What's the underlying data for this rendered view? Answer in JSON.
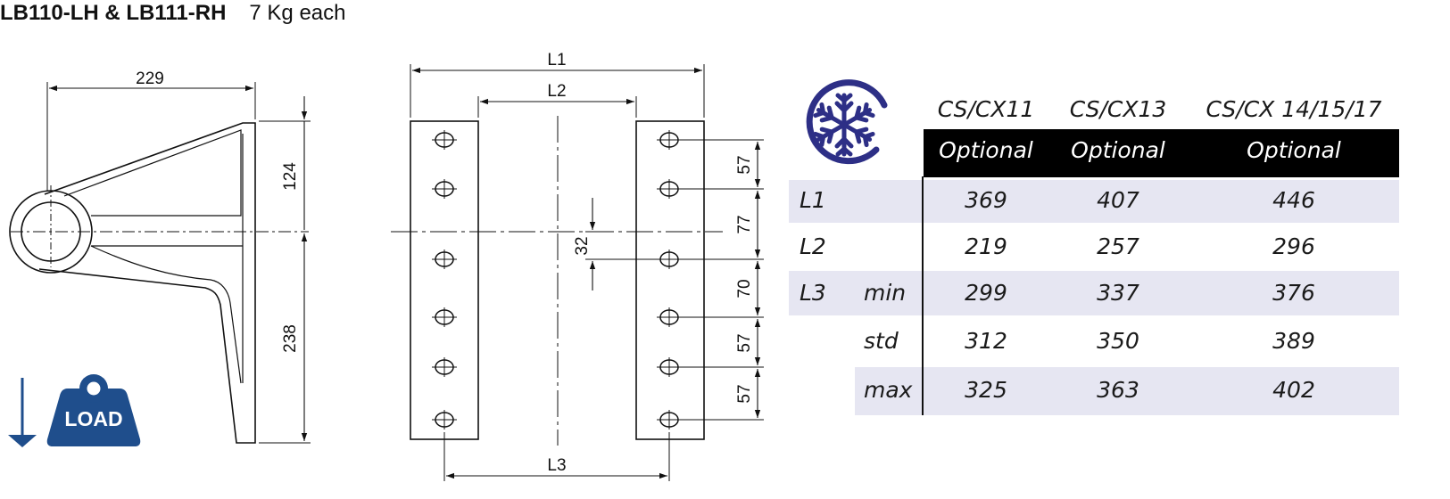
{
  "title": {
    "part_numbers": "LB110-LH & LB111-RH",
    "weight": "7 Kg each"
  },
  "side_view": {
    "width_dim": "229",
    "upper_dim": "124",
    "lower_dim": "238"
  },
  "front_view": {
    "l1_label": "L1",
    "l2_label": "L2",
    "l3_label": "L3",
    "offset_dim": "32",
    "hole_pitches": [
      "57",
      "77",
      "70",
      "57",
      "57"
    ]
  },
  "load_badge": {
    "label": "LOAD",
    "color": "#1f4e8c"
  },
  "snowflake_badge": {
    "icon": "snowflake-icon",
    "color": "#2d2f86"
  },
  "table": {
    "models": [
      "CS/CX11",
      "CS/CX13",
      "CS/CX 14/15/17"
    ],
    "availability": [
      "Optional",
      "Optional",
      "Optional"
    ],
    "rows": [
      {
        "dim": "L1",
        "variant": "",
        "values": [
          "369",
          "407",
          "446"
        ]
      },
      {
        "dim": "L2",
        "variant": "",
        "values": [
          "219",
          "257",
          "296"
        ]
      },
      {
        "dim": "L3",
        "variant": "min",
        "values": [
          "299",
          "337",
          "376"
        ]
      },
      {
        "dim": "",
        "variant": "std",
        "values": [
          "312",
          "350",
          "389"
        ]
      },
      {
        "dim": "",
        "variant": "max",
        "values": [
          "325",
          "363",
          "402"
        ]
      }
    ],
    "band_color": "#e6e6f2"
  }
}
